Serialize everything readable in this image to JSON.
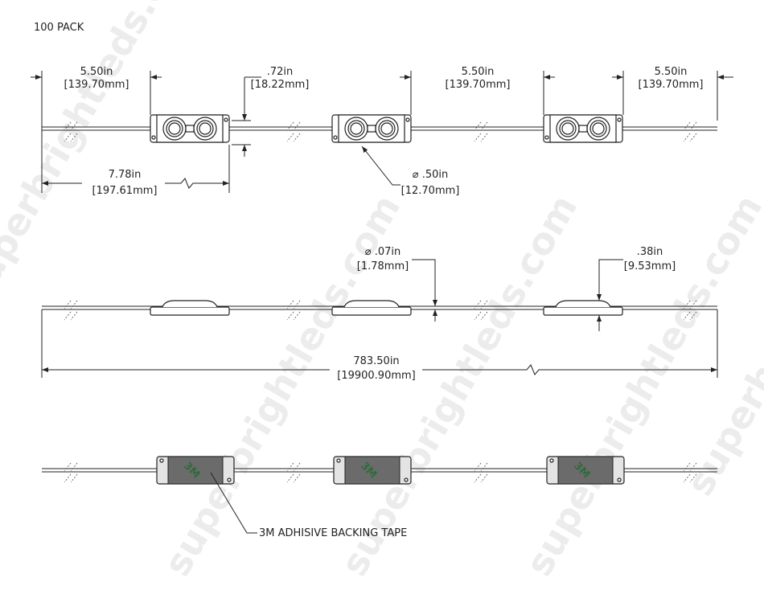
{
  "title": "100 PACK",
  "watermark": "superbrightleds.com",
  "top_view": {
    "dim_left_spacing": {
      "in": "5.50in",
      "mm": "[139.70mm]"
    },
    "dim_module_height": {
      "in": ".72in",
      "mm": "[18.22mm]"
    },
    "dim_mid_spacing": {
      "in": "5.50in",
      "mm": "[139.70mm]"
    },
    "dim_right_spacing": {
      "in": "5.50in",
      "mm": "[139.70mm]"
    },
    "dim_first_module": {
      "in": "7.78in",
      "mm": "[197.61mm]"
    },
    "dim_lens_diameter": {
      "in": "⌀ .50in",
      "mm": "[12.70mm]"
    }
  },
  "side_view": {
    "dim_wire_diameter": {
      "in": "⌀ .07in",
      "mm": "[1.78mm]"
    },
    "dim_module_thickness": {
      "in": ".38in",
      "mm": "[9.53mm]"
    },
    "dim_total_length": {
      "in": "783.50in",
      "mm": "[19900.90mm]"
    }
  },
  "bottom_view": {
    "tape_label": "3M ADHISIVE BACKING TAPE",
    "tape_logo": "3M"
  },
  "colors": {
    "tape": "#6b6b6b",
    "logo": "#2f6b3a",
    "line": "#222222",
    "watermark": "#ececec"
  }
}
